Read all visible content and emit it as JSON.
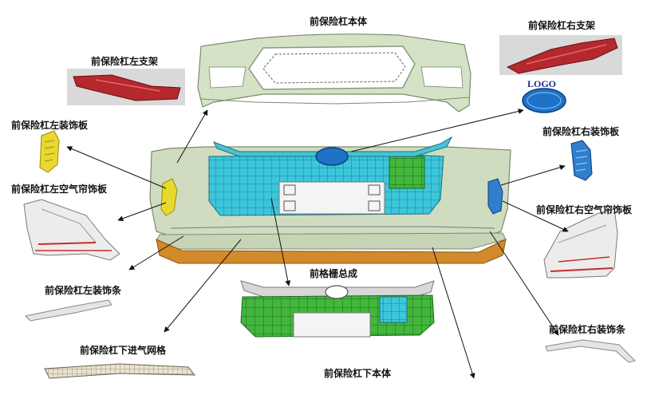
{
  "labels": {
    "bumper_body": "前保险杠本体",
    "left_bracket": "前保险杠左支架",
    "right_bracket": "前保险杠右支架",
    "logo": "LOGO",
    "left_trim_panel": "前保险杠左装饰板",
    "right_trim_panel": "前保险杠右装饰板",
    "left_air_curtain": "前保险杠左空气帘饰板",
    "right_air_curtain": "前保险杠右空气帘饰板",
    "grille_assembly": "前格栅总成",
    "left_trim_strip": "前保险杠左装饰条",
    "right_trim_strip": "前保险杠右装饰条",
    "lower_grille": "前保险杠下进气网格",
    "lower_body": "前保险杠下本体"
  },
  "colors": {
    "bumper_shell": "#cfdcc0",
    "bumper_edge": "#7d8f70",
    "grille_cyan": "#39c4d8",
    "grille_green": "#3fb53a",
    "bracket_red": "#b4282e",
    "lower_orange": "#d28a2a",
    "trim_yellow": "#e8d830",
    "trim_blue": "#2f7fcc",
    "logo_blue": "#1e73c8",
    "plate_white": "#f2f2f2",
    "arrow": "#111111"
  }
}
